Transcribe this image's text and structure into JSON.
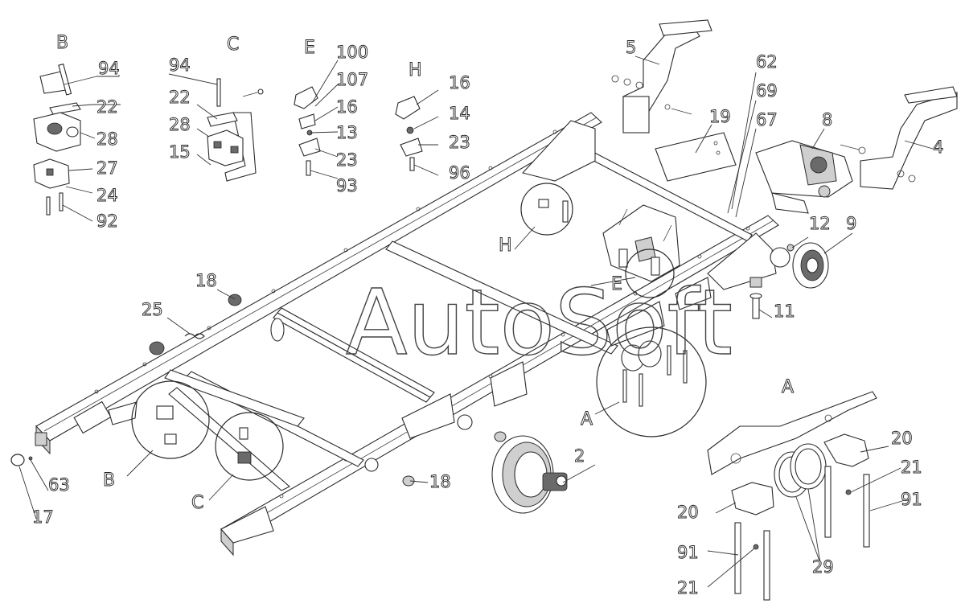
{
  "watermark": "AutoSoft",
  "sections": {
    "B": "B",
    "C": "C",
    "E": "E",
    "H": "H",
    "A": "A"
  },
  "labels": {
    "l94a": "94",
    "l22a": "22",
    "l28a": "28",
    "l27": "27",
    "l24": "24",
    "l92": "92",
    "l94b": "94",
    "l22b": "22",
    "l28b": "28",
    "l15": "15",
    "l100": "100",
    "l107": "107",
    "l16a": "16",
    "l13": "13",
    "l23a": "23",
    "l93": "93",
    "l16b": "16",
    "l14": "14",
    "l23b": "23",
    "l96": "96",
    "l5": "5",
    "l62": "62",
    "l69": "69",
    "l67": "67",
    "l19": "19",
    "l8": "8",
    "l4": "4",
    "l12": "12",
    "l9": "9",
    "l11": "11",
    "l18a": "18",
    "l25": "25",
    "l2": "2",
    "l18b": "18",
    "l63": "63",
    "l17": "17",
    "l20a": "20",
    "l21a": "21",
    "l91a": "91",
    "l20b": "20",
    "l91b": "91",
    "l21b": "21",
    "l29": "29",
    "cH": "H",
    "cE": "E",
    "cA": "A",
    "cB": "B",
    "cC": "C"
  }
}
